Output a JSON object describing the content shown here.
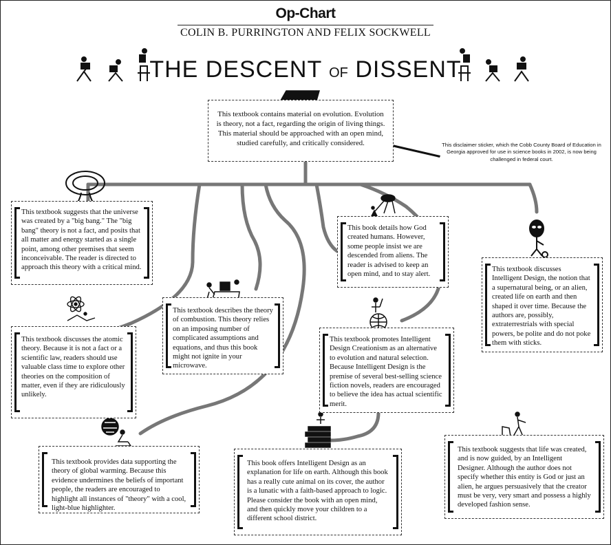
{
  "header": {
    "section": "Op-Chart",
    "authors": "COLIN B. PURRINGTON AND FELIX SOCKWELL"
  },
  "title": {
    "part1": "THE DESCENT",
    "part2": "OF",
    "part3": "DISSENT"
  },
  "sticker": {
    "text": "This textbook contains material on evolution. Evolution is theory, not a fact, regarding the origin of living things. This material should be approached with an open mind, studied carefully, and critically considered.",
    "note": "This disclaimer sticker, which the Cobb County Board of Education in Georgia approved for use in science books in 2002, is now being challenged in federal court."
  },
  "boxes": {
    "big_bang": "This textbook suggests that the universe was created by a \"big bang.\" The \"big bang\" theory is not a fact, and posits that all matter and energy started as a single point, among other premises that seem inconceivable. The reader is directed to approach this theory with a critical mind.",
    "aliens_humans": "This book details how God created humans. However, some people insist we are descended from aliens. The reader is advised to keep an open mind, and to stay alert.",
    "intelligent_design_alien": "This textbook discusses Intelligent Design, the notion that a supernatural being, or an alien, created life on earth and then shaped it over time. Because the authors are, possibly, extraterrestrials with special powers, be polite and do not poke them with sticks.",
    "combustion": "This textbook describes the theory of combustion. This theory relies on an imposing number of complicated assumptions and equations, and thus this book might not ignite in your microwave.",
    "atomic": "This textbook discusses the atomic theory. Because it is not a fact or a scientific law, readers should use valuable class time to explore other theories on the composition of matter, even if they are ridiculously unlikely.",
    "id_creationism": "This textbook promotes Intelligent Design Creationism as an alternative to evolution and natural selection. Because Intelligent Design is the premise of several best-selling science fiction novels, readers are encouraged to believe the idea has actual scientific merit.",
    "global_warming": "This textbook provides data supporting the theory of global warming. Because this evidence undermines the beliefs of important people, the readers are encouraged to highlight all instances of \"theory\" with a cool, light-blue highlighter.",
    "cute_animal": "This book offers Intelligent Design as an explanation for life on earth. Although this book has a really cute animal on its cover, the author is a lunatic with a faith-based approach to logic. Please consider the book with an open mind, and then quickly move your children to a different school district.",
    "fashion": "This textbook suggests that life was created, and is now guided, by an Intelligent Designer. Although the author does not specify whether this entity is God or just an alien, he argues persuasively that the creator must be very, very smart and possess a highly developed fashion sense."
  },
  "colors": {
    "branch": "#777777",
    "ink": "#111111"
  }
}
